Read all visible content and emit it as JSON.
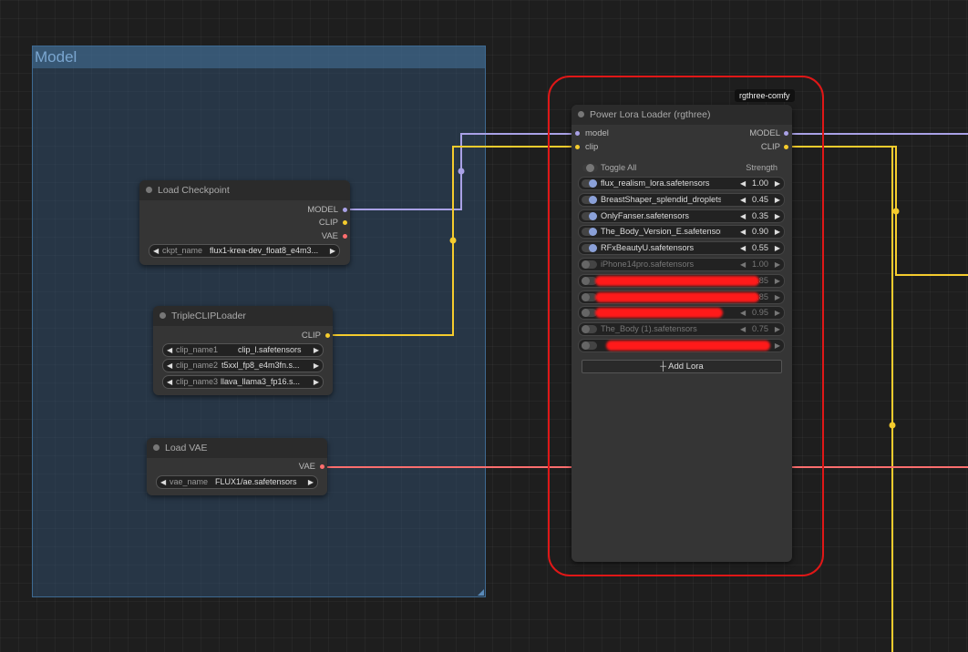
{
  "group": {
    "title": "Model"
  },
  "badge": "rgthree-comfy",
  "colors": {
    "model_wire": "#a9a1e6",
    "clip_wire": "#f5cc2d",
    "vae_wire": "#ff6e6e"
  },
  "load_checkpoint": {
    "title": "Load Checkpoint",
    "outputs": {
      "model": "MODEL",
      "clip": "CLIP",
      "vae": "VAE"
    },
    "ckpt_label": "ckpt_name",
    "ckpt_value": "flux1-krea-dev_float8_e4m3..."
  },
  "triple_clip": {
    "title": "TripleCLIPLoader",
    "output": "CLIP",
    "widgets": [
      {
        "label": "clip_name1",
        "value": "clip_l.safetensors"
      },
      {
        "label": "clip_name2",
        "value": "t5xxl_fp8_e4m3fn.s..."
      },
      {
        "label": "clip_name3",
        "value": "llava_llama3_fp16.s..."
      }
    ]
  },
  "load_vae": {
    "title": "Load VAE",
    "output": "VAE",
    "vae_label": "vae_name",
    "vae_value": "FLUX1/ae.safetensors"
  },
  "lora_loader": {
    "title": "Power Lora Loader (rgthree)",
    "inputs": {
      "model": "model",
      "clip": "clip"
    },
    "outputs": {
      "model": "MODEL",
      "clip": "CLIP"
    },
    "toggle_all": "Toggle All",
    "strength_header": "Strength",
    "add_lora": "Add Lora",
    "loras": [
      {
        "name": "flux_realism_lora.safetensors",
        "strength": "1.00",
        "enabled": true
      },
      {
        "name": "BreastShaper_splendid_droplets_Fl...",
        "strength": "0.45",
        "enabled": true
      },
      {
        "name": "OnlyFanser.safetensors",
        "strength": "0.35",
        "enabled": true
      },
      {
        "name": "The_Body_Version_E.safetensors",
        "strength": "0.90",
        "enabled": true
      },
      {
        "name": "RFxBeautyU.safetensors",
        "strength": "0.55",
        "enabled": true
      },
      {
        "name": "iPhone14pro.safetensors",
        "strength": "1.00",
        "enabled": false
      },
      {
        "name": "",
        "strength": "0.85",
        "enabled": false,
        "redacted": true
      },
      {
        "name": "",
        "strength": "0.85",
        "enabled": false,
        "redacted": true
      },
      {
        "name": "",
        "strength": "0.95",
        "enabled": false,
        "redacted": true
      },
      {
        "name": "The_Body (1).safetensors",
        "strength": "0.75",
        "enabled": false
      },
      {
        "name": "",
        "strength": "",
        "enabled": false,
        "redacted": true
      }
    ]
  }
}
